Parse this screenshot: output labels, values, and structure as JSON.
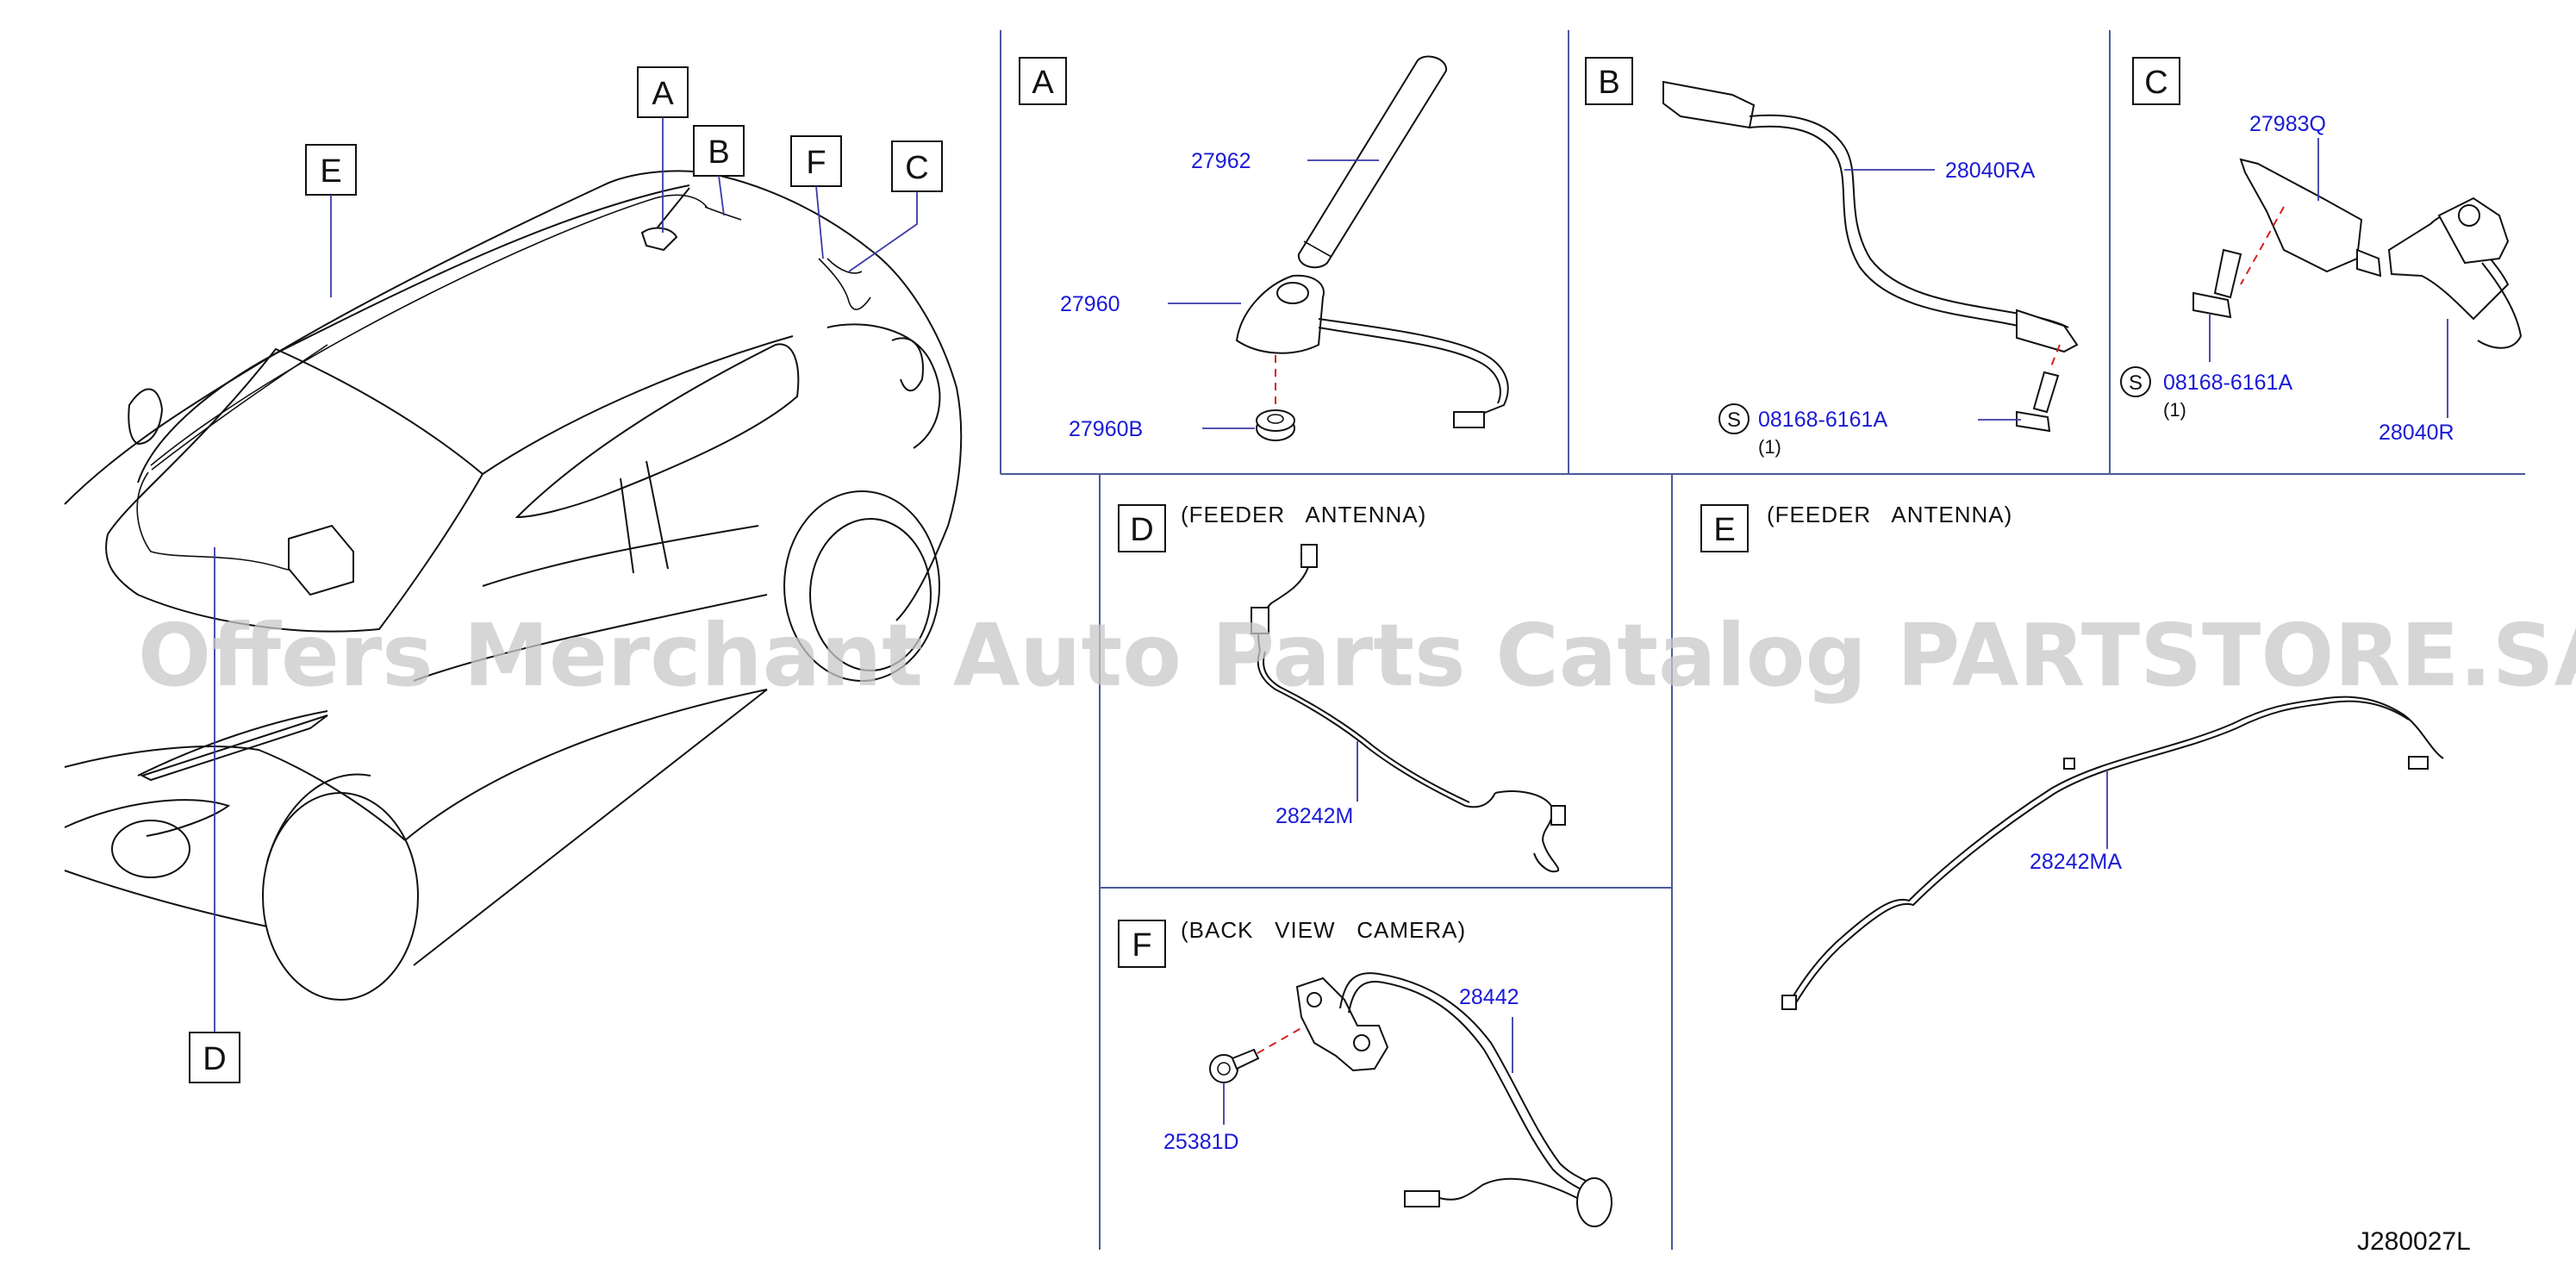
{
  "diagram_code": "J280027L",
  "watermark": "Offers Merchant Auto Parts Catalog PARTSTORE.SA",
  "overview": {
    "callouts": [
      "A",
      "B",
      "F",
      "C",
      "E",
      "D"
    ]
  },
  "panels": {
    "A": {
      "letter": "A",
      "parts": [
        "27962",
        "27960",
        "27960B"
      ]
    },
    "B": {
      "letter": "B",
      "parts": [
        "28040RA",
        "08168-6161A"
      ],
      "symbol": "S",
      "qty": "(1)"
    },
    "C": {
      "letter": "C",
      "parts": [
        "27983Q",
        "08168-6161A",
        "28040R"
      ],
      "symbol": "S",
      "qty": "(1)"
    },
    "D": {
      "letter": "D",
      "caption": "(FEEDER   ANTENNA)",
      "parts": [
        "28242M"
      ]
    },
    "E": {
      "letter": "E",
      "caption": "(FEEDER   ANTENNA)",
      "parts": [
        "28242MA"
      ]
    },
    "F": {
      "letter": "F",
      "caption": "(BACK   VIEW   CAMERA)",
      "parts": [
        "28442",
        "25381D"
      ]
    }
  }
}
